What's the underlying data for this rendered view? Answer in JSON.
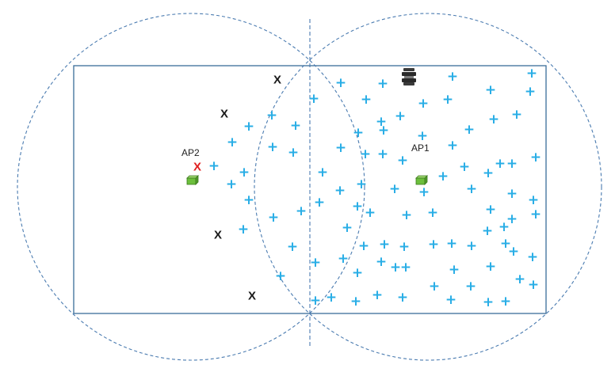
{
  "colors": {
    "boundary": "#3a6d99",
    "coverage": "#4a7bb0",
    "client": "#29aee6",
    "outside_client": "#1a1a1a",
    "rogue_client": "#e02020",
    "ap_box": "#6cbf3c",
    "ap_box_edge": "#3d7a1f"
  },
  "access_points": [
    {
      "label": "AP2",
      "icon": "ap-box-icon"
    },
    {
      "label": "AP1",
      "icon": "ap-box-icon"
    }
  ],
  "markers": {
    "outside_client": "X",
    "rogue_client": "X",
    "client": "+"
  },
  "icons": {
    "camera": "camera-icon"
  }
}
